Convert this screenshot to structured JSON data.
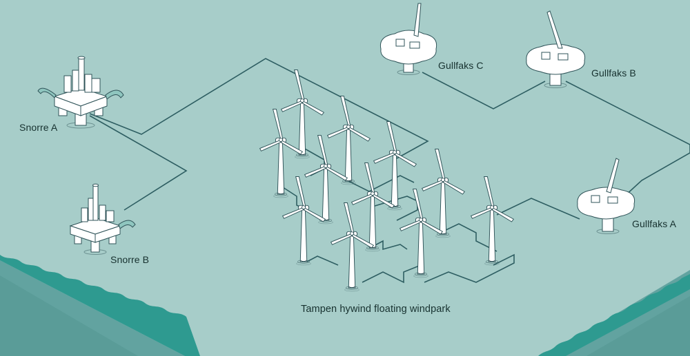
{
  "platforms": {
    "snorre_a": {
      "label": "Snorre A"
    },
    "snorre_b": {
      "label": "Snorre B"
    },
    "gullfaks_a": {
      "label": "Gullfaks A"
    },
    "gullfaks_b": {
      "label": "Gullfaks B"
    },
    "gullfaks_c": {
      "label": "Gullfaks C"
    }
  },
  "windpark": {
    "label": "Tampen hywind floating windpark",
    "turbine_count": 11
  },
  "colors": {
    "sea_surface": "#a7cdc9",
    "cable": "#2e5e62",
    "structure_fill": "#ffffff",
    "structure_stroke": "#2f5358",
    "wave_band": "#2e9a90",
    "seabed": "#62a3a0"
  }
}
